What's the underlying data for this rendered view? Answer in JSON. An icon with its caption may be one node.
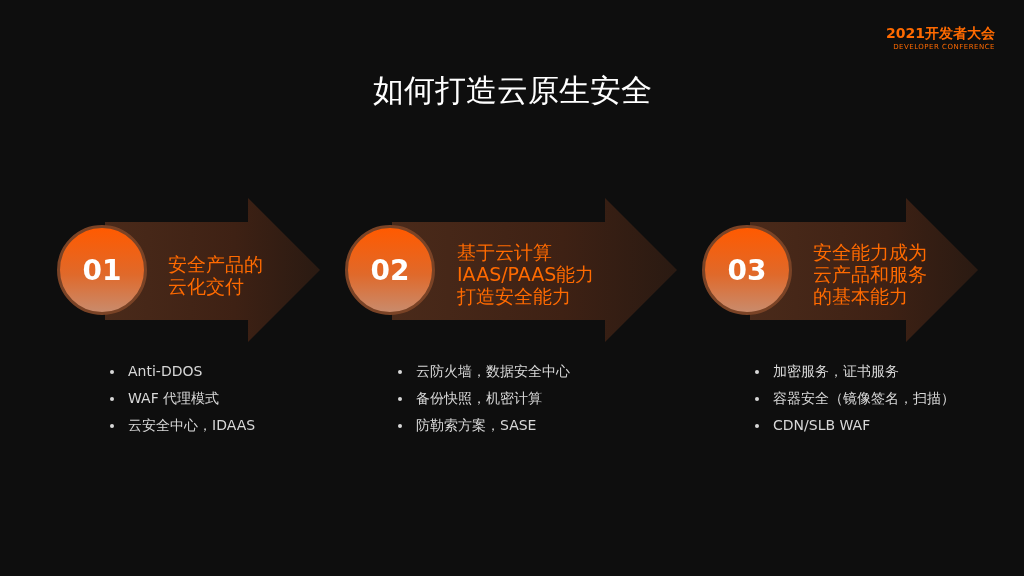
{
  "diagram": {
    "title": "如何打造云原生安全",
    "nodes": [
      {
        "text": [
          "01"
        ]
      },
      {
        "text": [
          "安全产品的云化交付"
        ]
      },
      {
        "text": [
          "02"
        ]
      },
      {
        "text": [
          "基于云计算IAAS/PAAS能力打造安全能力"
        ]
      },
      {
        "text": [
          "03"
        ]
      },
      {
        "text": [
          "安全能力成为云产品和服务的基本能力"
        ]
      }
    ],
    "labels": [
      "2021开发者大会",
      "DEVELOPER CONFERENCE",
      "Anti-DDOS",
      "WAF 代理模式",
      "云安全中心，IDAAS",
      "云防火墙，数据安全中心",
      "备份快照，机密计算",
      "防勒索方案，SASE",
      "加密服务，证书服务",
      "容器安全（镜像签名，扫描）",
      "CDN/SLB WAF"
    ]
  }
}
